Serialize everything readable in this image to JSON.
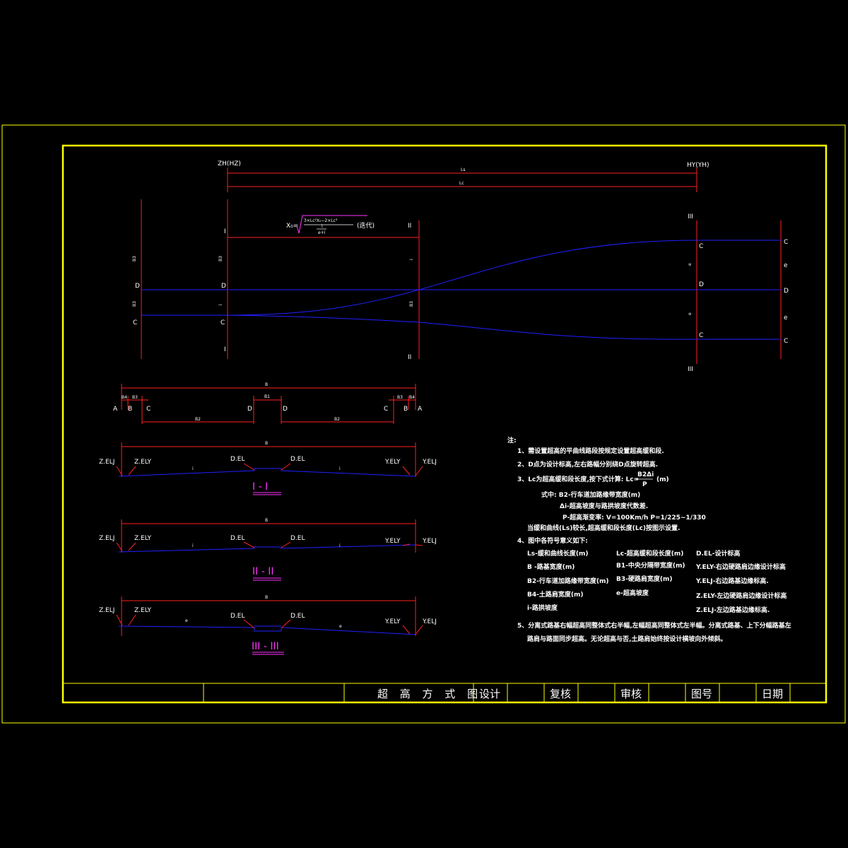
{
  "colors": {
    "background": "#000000",
    "frame_outer": "#ffff00",
    "frame_inner": "#ffff00",
    "line_red": "#ff2020",
    "line_blue": "#2020ff",
    "text": "#ffffff",
    "section_title": "#ff33ff"
  },
  "plan": {
    "top_left_label": "ZH(HZ)",
    "top_right_label": "HY(YH)",
    "ls_label": "Ls",
    "lc_label": "Lc",
    "section_marks": {
      "s1": "I",
      "s2": "II",
      "s3": "III"
    },
    "formula_lhs": "X₀=",
    "formula_num": "3×Lc²X₀−2×Lc³",
    "formula_mid": "i",
    "formula_den": "e+i",
    "formula_note": "(迭代)",
    "point_c": "C",
    "point_d": "D",
    "point_e": "e",
    "dim_b3": "B3",
    "dim_i": "i",
    "dim_e": "e"
  },
  "cross_plan": {
    "b_label": "B",
    "b1_label": "B1",
    "b2_label": "B2",
    "b3_label": "B3",
    "b4_label": "B4",
    "points": [
      "A",
      "B",
      "C",
      "D",
      "D",
      "C",
      "B",
      "A"
    ]
  },
  "sections": [
    {
      "left_outer": "Z.ELJ",
      "left_inner": "Z.ELY",
      "center_left": "D.EL",
      "center_right": "D.EL",
      "right_inner": "Y.ELY",
      "right_outer": "Y.ELJ",
      "b_label": "B",
      "slope_left": "i",
      "slope_right": "i",
      "title": "I - I"
    },
    {
      "left_outer": "Z.ELJ",
      "left_inner": "Z.ELY",
      "center_left": "D.EL",
      "center_right": "D.EL",
      "right_inner": "Y.ELY",
      "right_outer": "Y.ELJ",
      "b_label": "B",
      "slope_left": "i",
      "slope_right": "i",
      "title": "II - II"
    },
    {
      "left_outer": "Z.ELJ",
      "left_inner": "Z.ELY",
      "center_left": "D.EL",
      "center_right": "D.EL",
      "right_inner": "Y.ELY",
      "right_outer": "Y.ELJ",
      "b_label": "B",
      "slope_left": "e",
      "slope_right": "e",
      "title": "III - III"
    }
  ],
  "notes": {
    "heading": "注:",
    "n1": "1、需设置超高的平曲线路段按规定设置超高缓和段.",
    "n2": "2、D点为设计标高,左右路幅分别绕D点旋转超高.",
    "n3_pre": "3、Lc为超高缓和段长度,按下式计算: Lc=",
    "n3_num": "B2Δi",
    "n3_den": "P",
    "n3_unit": "(m)",
    "n3_where": "式中: B2-行车道加路缘带宽度(m)",
    "n3_di": "Δi-超高坡度与路拱坡度代数差.",
    "n3_p": "P-超高渐变率: V=100Km/h        P=1/225~1/330",
    "n3_tail": "当缓和曲线(Ls)较长,超高缓和段长度(Lc)按图示设置.",
    "n4": "4、图中各符号意义如下:",
    "symbols": [
      "Ls-缓和曲线长度(m)",
      "Lc-超高缓和段长度(m)",
      "D.EL-设计标高",
      "B -路基宽度(m)",
      "B1-中央分隔带宽度(m)",
      "Y.ELY-右边硬路肩边缘设计标高",
      "B2-行车道加路缘带宽度(m)",
      "B3-硬路肩宽度(m)",
      "Y.ELJ-右边路基边缘标高.",
      "B4-土路肩宽度(m)",
      "e-超高坡度",
      "Z.ELY-左边硬路肩边缘设计标高",
      "i-路拱坡度",
      "",
      "Z.ELJ-左边路基边缘标高."
    ],
    "n5a": "5、分离式路基右幅超高同整体式右半幅,左幅超高同整体式左半幅。分离式路基、上下分幅路基左",
    "n5b": "路肩与路面同步超高。无论超高与否,土路肩始终按设计横坡向外倾斜。"
  },
  "title_block": {
    "title": "超 高 方 式 图",
    "design": "设计",
    "review": "复核",
    "check": "审核",
    "drawing_no": "图号",
    "date": "日期"
  }
}
